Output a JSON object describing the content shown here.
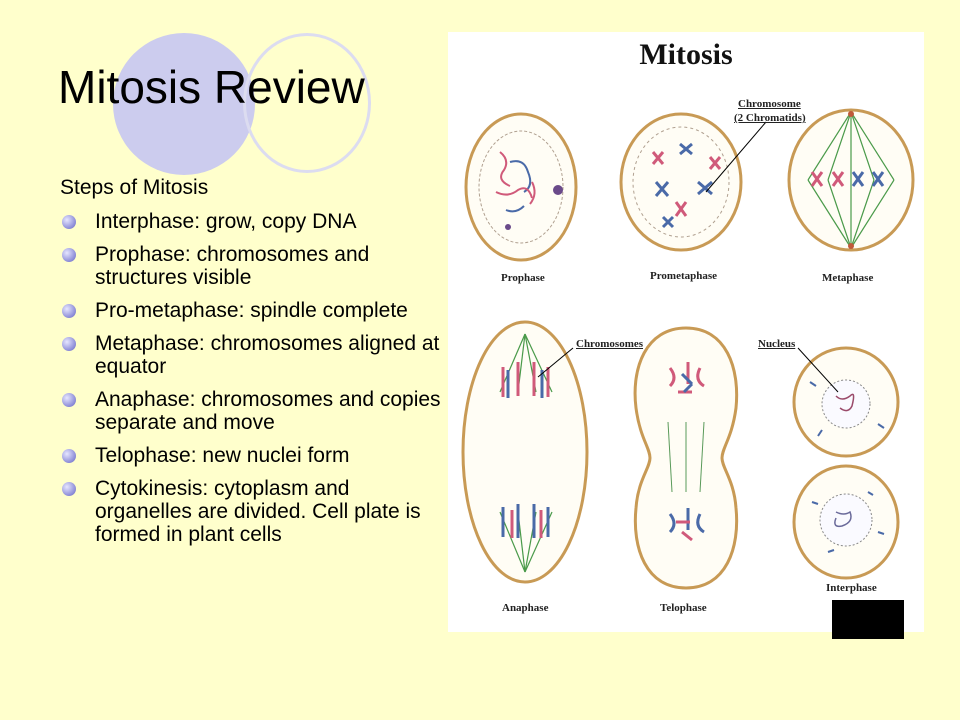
{
  "slide": {
    "title": "Mitosis Review",
    "subtitle": "Steps of Mitosis",
    "bullets": [
      "Interphase: grow, copy DNA",
      "Prophase: chromosomes and structures visible",
      "Pro-metaphase: spindle complete",
      "Metaphase: chromosomes aligned at equator",
      "Anaphase: chromosomes and copies separate and move",
      "Telophase: new nuclei form",
      "Cytokinesis: cytoplasm and organelles are divided. Cell plate is formed in plant cells"
    ]
  },
  "diagram": {
    "title": "Mitosis",
    "chromosome_callout": "Chromosome",
    "chromatids_callout": "(2 Chromatids)",
    "chromosomes_callout": "Chromosomes",
    "nucleus_callout": "Nucleus",
    "labels": {
      "prophase": "Prophase",
      "prometaphase": "Prometaphase",
      "metaphase": "Metaphase",
      "anaphase": "Anaphase",
      "telophase": "Telophase",
      "interphase": "Interphase"
    }
  },
  "colors": {
    "background": "#ffffcc",
    "accent": "#ccccee",
    "cell_outline": "#c89a55",
    "chromosome_red": "#d05a7a",
    "chromosome_blue": "#4a6aa8",
    "spindle": "#4a9a4a"
  }
}
